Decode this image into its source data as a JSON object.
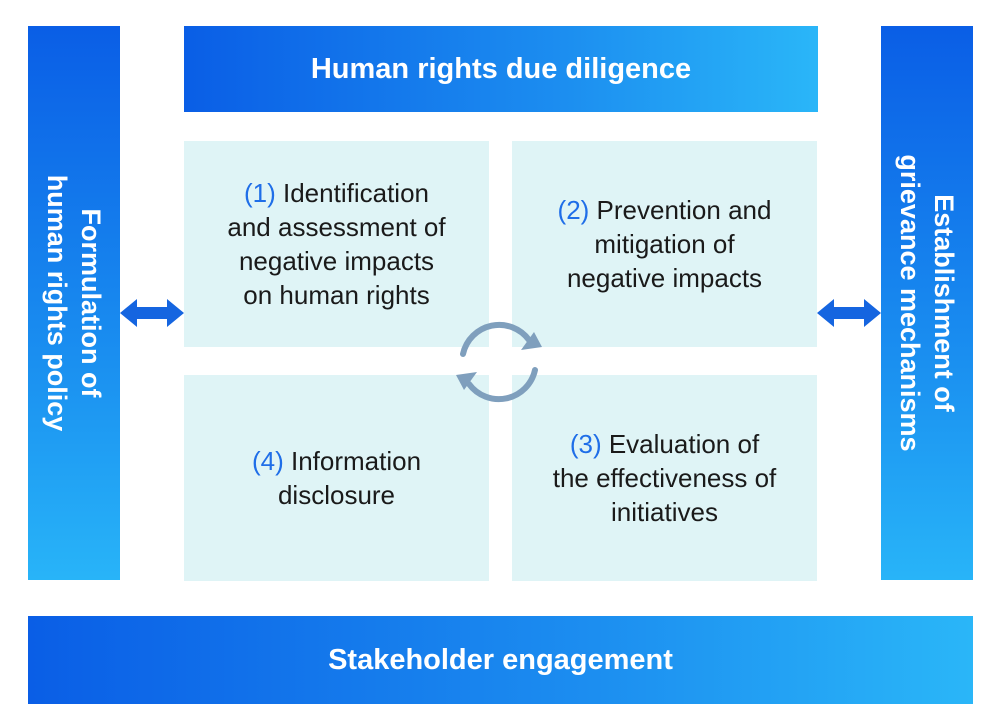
{
  "top_bar": {
    "title": "Human rights due diligence"
  },
  "bottom_bar": {
    "title": "Stakeholder engagement"
  },
  "left_bar": {
    "lines": [
      "Formulation of",
      "human rights policy"
    ]
  },
  "right_bar": {
    "lines": [
      "Establishment of",
      "grievance mechanisms"
    ]
  },
  "steps": [
    {
      "number": "(1)",
      "lines": [
        "Identification",
        "and assessment of",
        "negative impacts",
        "on human rights"
      ]
    },
    {
      "number": "(2)",
      "lines": [
        "Prevention and",
        "mitigation of",
        "negative impacts"
      ]
    },
    {
      "number": "(3)",
      "lines": [
        "Evaluation of",
        "the effectiveness of",
        "initiatives"
      ]
    },
    {
      "number": "(4)",
      "lines": [
        "Information",
        "disclosure"
      ]
    }
  ],
  "icons": {
    "left_arrow": "double-arrow-icon",
    "right_arrow": "double-arrow-icon",
    "cycle": "cycle-arrows-icon"
  },
  "colors": {
    "bar_dark": "#0a5ee6",
    "bar_light": "#2ab6f8",
    "box_fill": "#dff4f6",
    "step_number": "#1f6ee8",
    "cycle_arrows": "#7f9fbd"
  }
}
